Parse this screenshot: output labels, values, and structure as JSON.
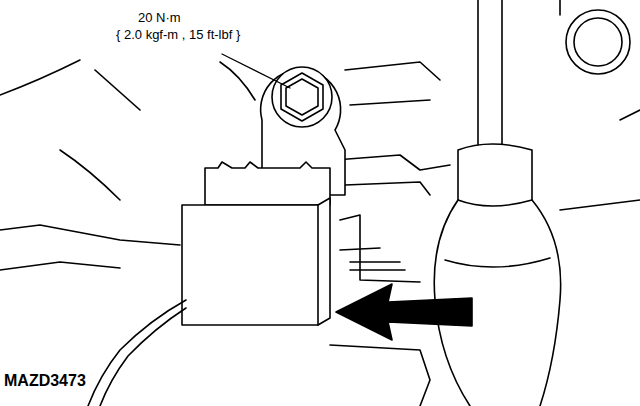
{
  "diagram": {
    "labels": [
      "20 N·m",
      "{ 2.0 kgf-m , 15 ft-lbf }",
      "MAZD3473"
    ]
  }
}
